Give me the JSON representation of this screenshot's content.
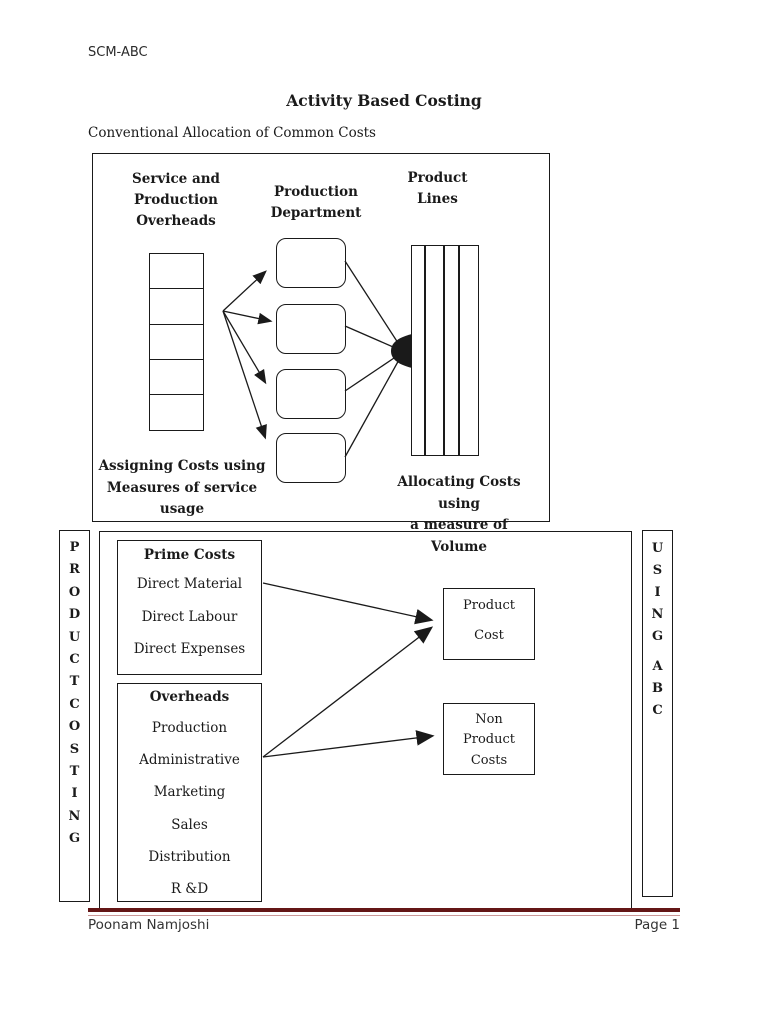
{
  "page": {
    "doc_code": "SCM-ABC",
    "title": "Activity Based Costing",
    "subtitle": "Conventional Allocation of Common Costs",
    "background_color": "#ffffff",
    "line_color": "#1a1a1a"
  },
  "diagram1": {
    "col1_header": [
      "Service and",
      "Production",
      "Overheads"
    ],
    "col2_header": [
      "Production",
      "Department"
    ],
    "col3_header": [
      "Product",
      "Lines"
    ],
    "caption_left": [
      "Assigning Costs using",
      "Measures of service",
      "usage"
    ],
    "caption_right": [
      "Allocating Costs using",
      "a measure of Volume"
    ],
    "overhead_stack_cells": 5,
    "production_dept_boxes": 4
  },
  "diagram2": {
    "left_rail": [
      "PRODUCT",
      "COSTING"
    ],
    "right_rail": [
      "USING",
      "ABC"
    ],
    "prime_costs": {
      "title": "Prime Costs",
      "items": [
        "Direct Material",
        "Direct Labour",
        "Direct Expenses"
      ]
    },
    "overheads": {
      "title": "Overheads",
      "items": [
        "Production",
        "Administrative",
        "Marketing",
        "Sales",
        "Distribution",
        "R &D"
      ]
    },
    "product_cost": [
      "Product",
      "Cost"
    ],
    "non_product_costs": [
      "Non",
      "Product",
      "Costs"
    ]
  },
  "footer": {
    "author": "Poonam Namjoshi",
    "page_label": "Page 1",
    "rule_color": "#641616",
    "rule_thin_color": "#cc9898"
  }
}
